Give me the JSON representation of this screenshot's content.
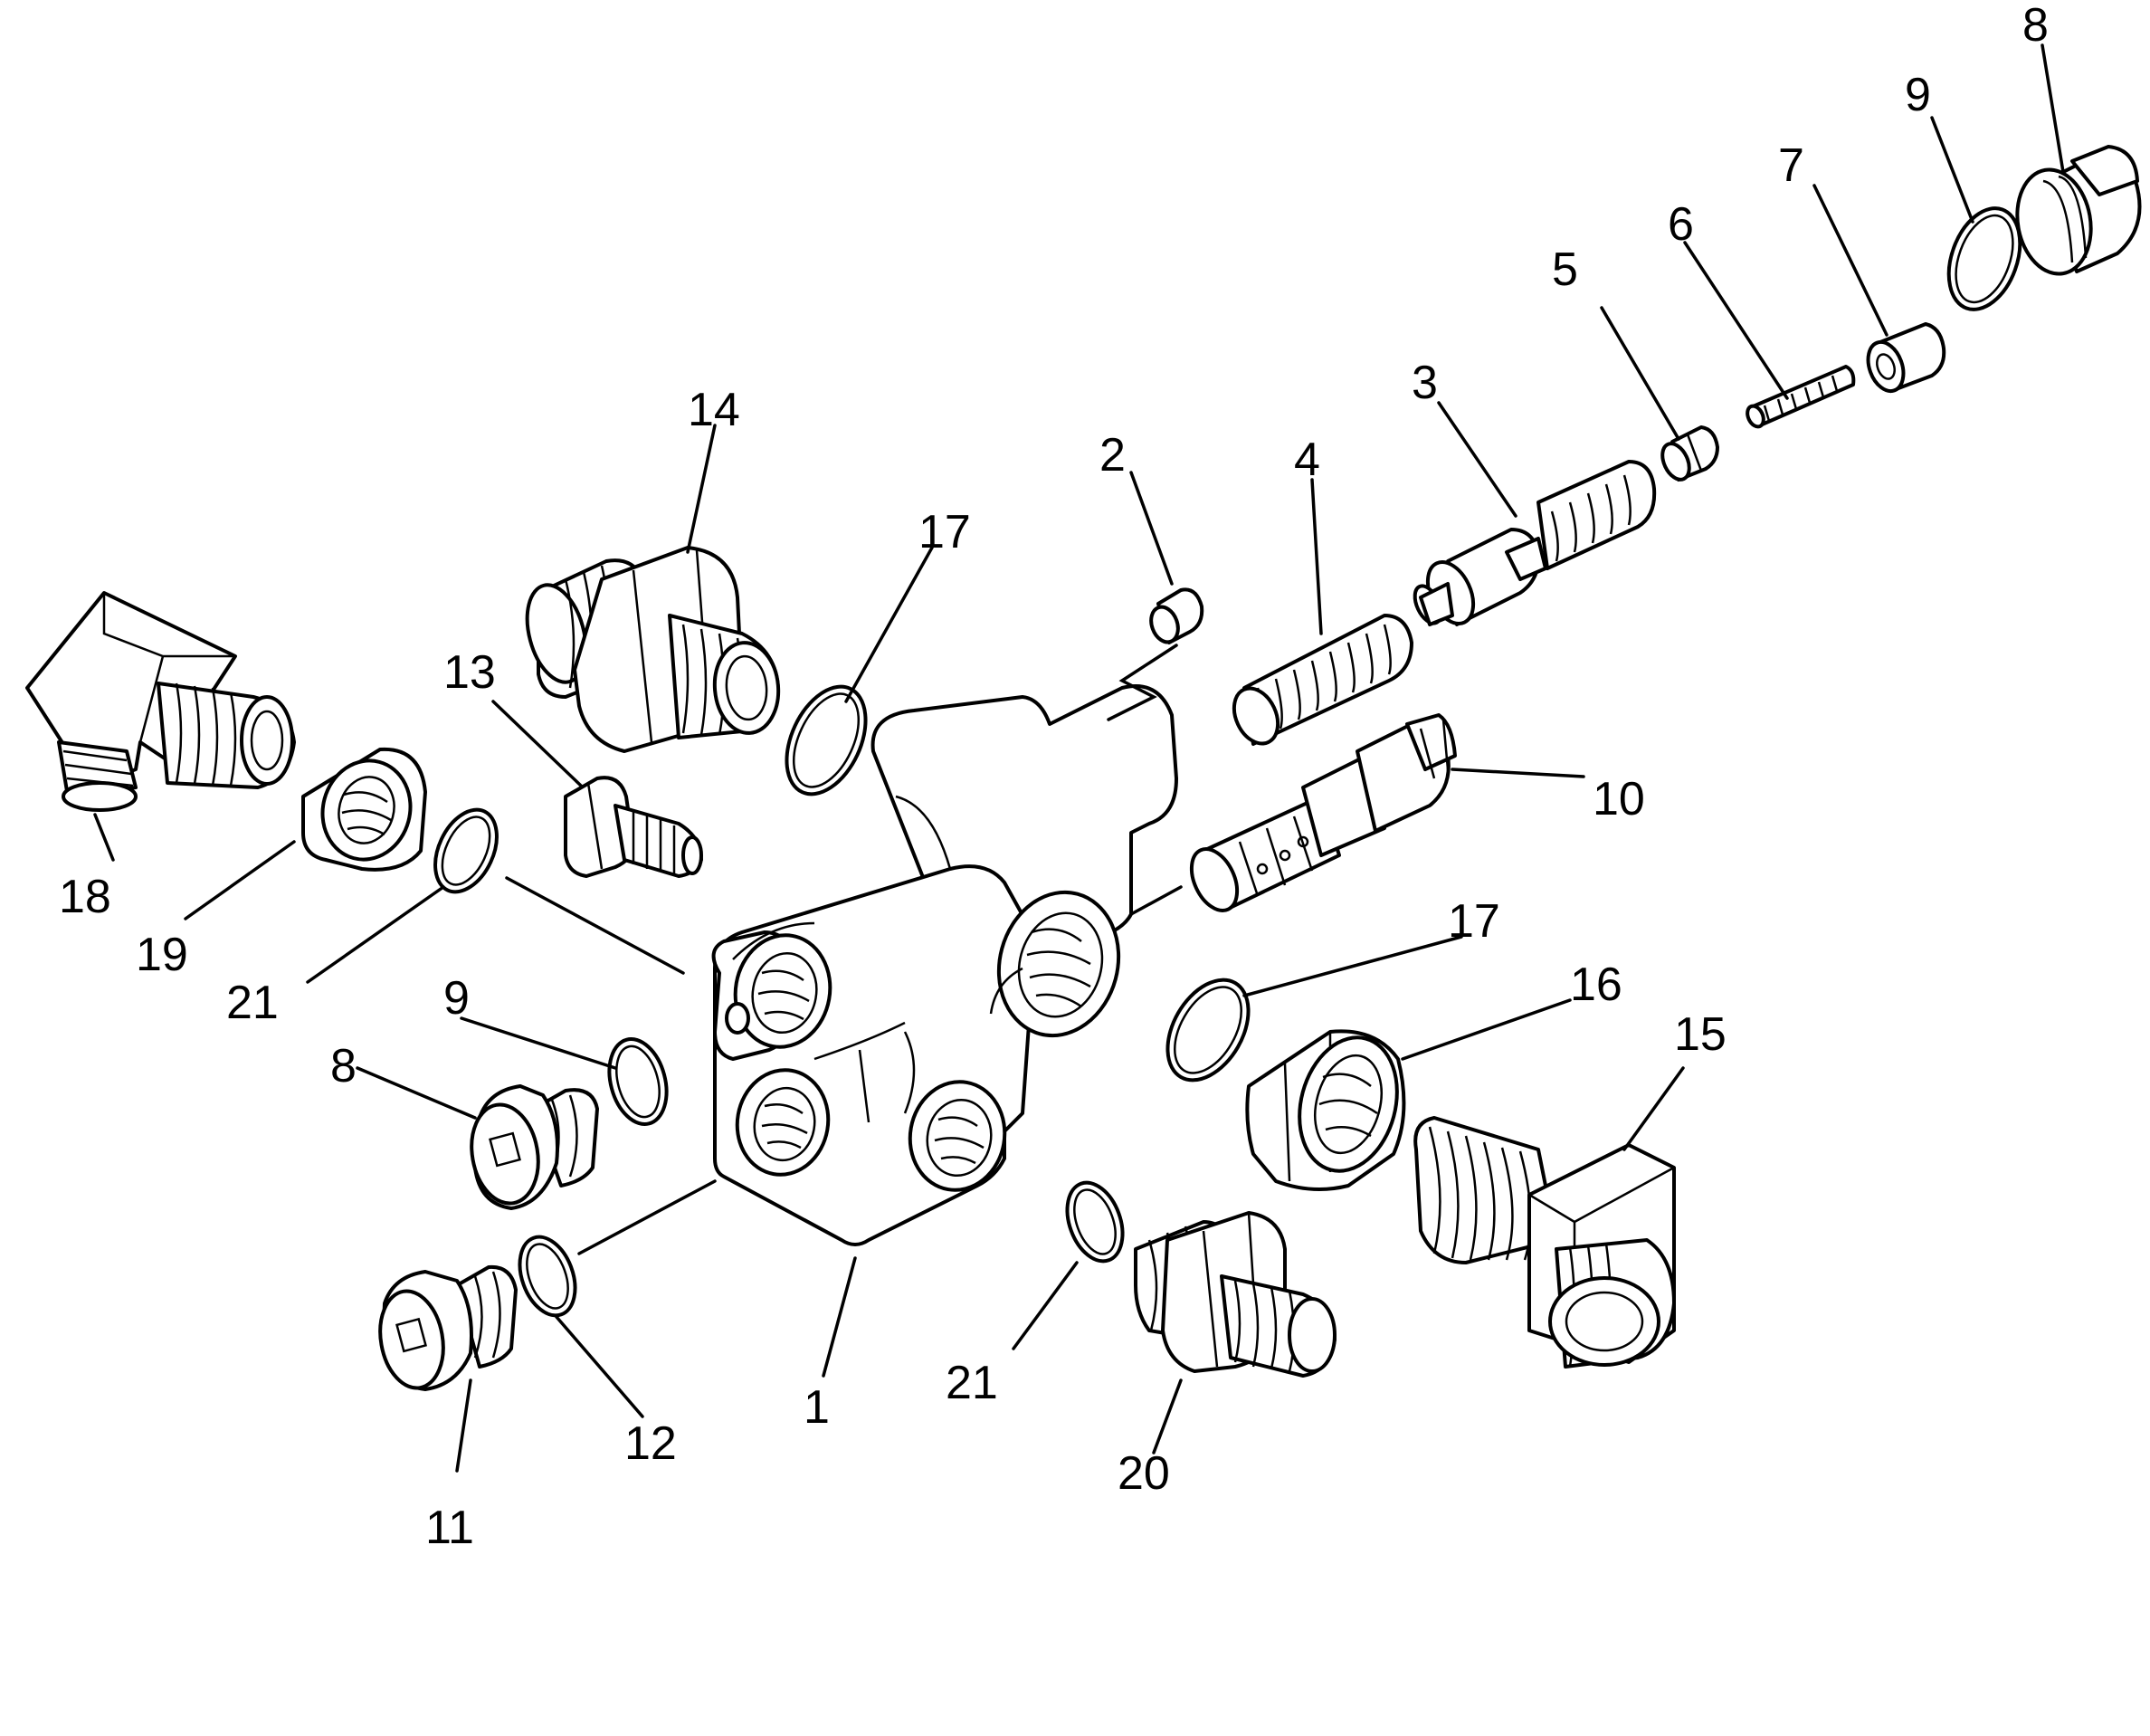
{
  "diagram": {
    "callouts": [
      {
        "id": "c1",
        "label": "1"
      },
      {
        "id": "c2",
        "label": "2"
      },
      {
        "id": "c3",
        "label": "3"
      },
      {
        "id": "c4",
        "label": "4"
      },
      {
        "id": "c5",
        "label": "5"
      },
      {
        "id": "c6",
        "label": "6"
      },
      {
        "id": "c7",
        "label": "7"
      },
      {
        "id": "c8a",
        "label": "8"
      },
      {
        "id": "c8b",
        "label": "8"
      },
      {
        "id": "c9a",
        "label": "9"
      },
      {
        "id": "c9b",
        "label": "9"
      },
      {
        "id": "c10",
        "label": "10"
      },
      {
        "id": "c11",
        "label": "11"
      },
      {
        "id": "c12",
        "label": "12"
      },
      {
        "id": "c13",
        "label": "13"
      },
      {
        "id": "c14",
        "label": "14"
      },
      {
        "id": "c15",
        "label": "15"
      },
      {
        "id": "c16",
        "label": "16"
      },
      {
        "id": "c17a",
        "label": "17"
      },
      {
        "id": "c17b",
        "label": "17"
      },
      {
        "id": "c18",
        "label": "18"
      },
      {
        "id": "c19",
        "label": "19"
      },
      {
        "id": "c20",
        "label": "20"
      },
      {
        "id": "c21a",
        "label": "21"
      },
      {
        "id": "c21b",
        "label": "21"
      }
    ]
  }
}
